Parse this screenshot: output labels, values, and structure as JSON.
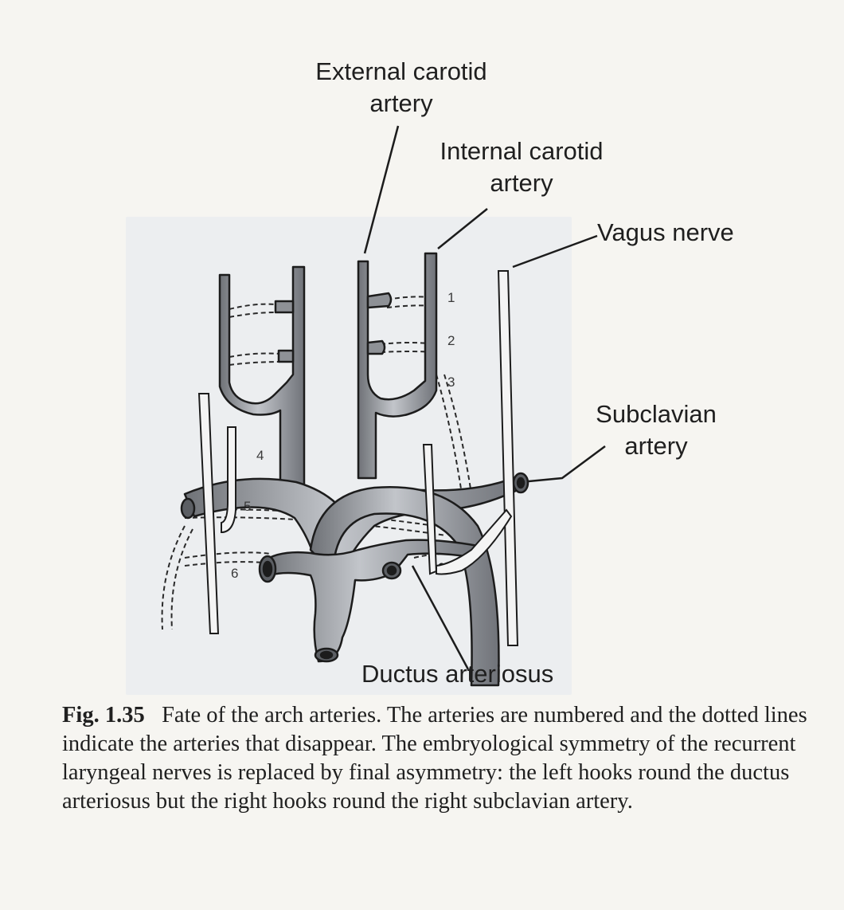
{
  "labels": {
    "external_carotid": [
      "External carotid",
      "artery"
    ],
    "internal_carotid": [
      "Internal carotid",
      "artery"
    ],
    "vagus": "Vagus nerve",
    "subclavian": [
      "Subclavian",
      "artery"
    ],
    "ductus": "Ductus arteriosus"
  },
  "arch_numbers": [
    "1",
    "2",
    "3",
    "4",
    "5",
    "6"
  ],
  "caption": {
    "fig_label": "Fig. 1.35",
    "text": "Fate of the arch arteries. The arteries are numbered and the dotted lines indicate the arteries that disappear. The embryological symmetry of the recurrent laryngeal nerves is replaced by final asymmetry: the left hooks round the ductus arteriosus but the right hooks round the right subclavian artery."
  },
  "colors": {
    "background": "#f6f5f1",
    "artery_fill": "#9a9da2",
    "artery_outline": "#1c1c1c",
    "text": "#1f1f1f"
  }
}
